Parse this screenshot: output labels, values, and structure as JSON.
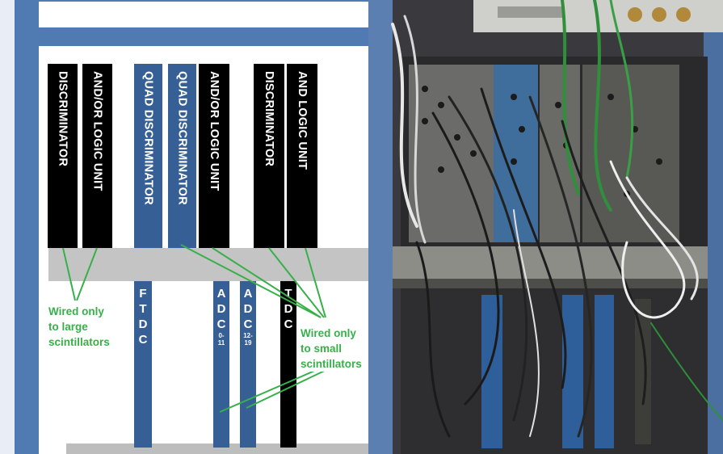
{
  "modules_top": [
    {
      "label": "DISCRIMINATOR",
      "color": "black"
    },
    {
      "label": "AND/OR LOGIC UNIT",
      "color": "black"
    },
    {
      "label": "QUAD DISCRIMINATOR",
      "color": "blue"
    },
    {
      "label": "QUAD DISCRIMINATOR",
      "color": "blue"
    },
    {
      "label": "AND/OR LOGIC UNIT",
      "color": "black"
    },
    {
      "label": "DISCRIMINATOR",
      "color": "black"
    },
    {
      "label": "AND LOGIC UNIT",
      "color": "black"
    }
  ],
  "modules_bottom": [
    {
      "letters": [
        "F",
        "T",
        "D",
        "C"
      ],
      "range": ""
    },
    {
      "letters": [
        "A",
        "D",
        "C"
      ],
      "range": "0-\n11"
    },
    {
      "letters": [
        "A",
        "D",
        "C"
      ],
      "range": "12-\n19"
    },
    {
      "letters": [
        "T",
        "D",
        "C"
      ],
      "range": ""
    }
  ],
  "annotations": {
    "large": "Wired only\nto large\nscintillators",
    "small": "Wired only\nto small\nscintillators"
  },
  "colors": {
    "frame": "#4f7ab2",
    "module_blue": "#365f96",
    "module_black": "#000000",
    "shelf": "#c4c4c4",
    "annotation_green": "#38b04a"
  },
  "photo": {
    "subject": "NIM crate with cabled electronics modules"
  }
}
